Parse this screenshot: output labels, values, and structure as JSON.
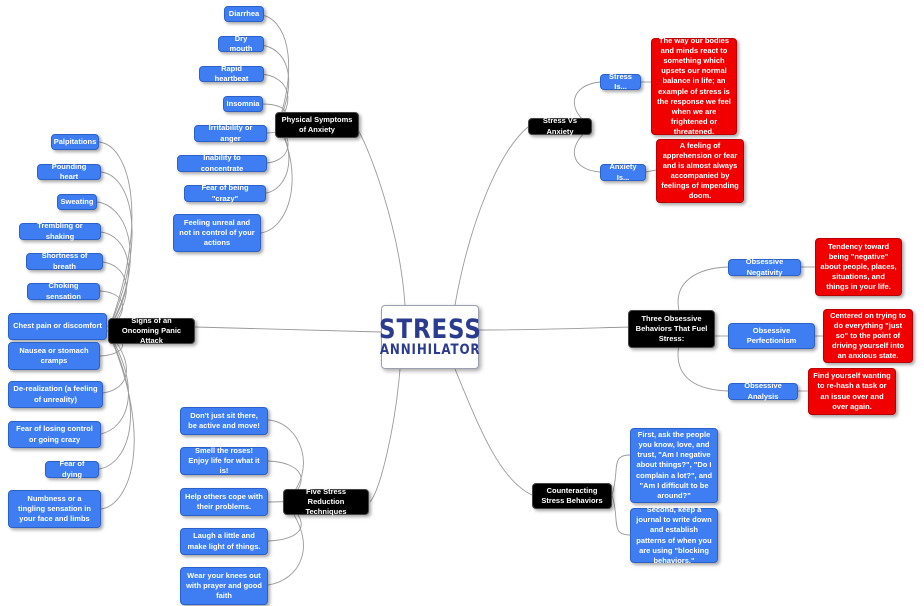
{
  "center": {
    "title_line1": "STRESS",
    "title_line2": "ANNIHILATOR"
  },
  "branches": {
    "physical": {
      "label": "Physical Symptoms of Anxiety",
      "items": [
        "Diarrhea",
        "Dry mouth",
        "Rapid heartbeat",
        "Insomnia",
        "Irritability or anger",
        "Inability to concentrate",
        "Fear of being \"crazy\"",
        "Feeling unreal and not in control of your actions"
      ]
    },
    "panic": {
      "label": "Signs of an Oncoming Panic Attack",
      "items": [
        "Palpitations",
        "Pounding heart",
        "Sweating",
        "Trembling or shaking",
        "Shortness of breath",
        "Choking sensation",
        "Chest pain or discomfort",
        "Nausea or stomach cramps",
        "De-realization (a feeling of unreality)",
        "Fear of losing control or going crazy",
        "Fear of dying",
        "Numbness or a tingling sensation in your face and limbs"
      ]
    },
    "reduction": {
      "label": "Five Stress Reduction Techniques",
      "items": [
        "Don't just sit there, be active and move!",
        "Smell the roses!  Enjoy life for what it is!",
        "Help others cope with their problems.",
        "Laugh a little and make light of things.",
        "Wear your knees out with prayer and good faith"
      ]
    },
    "stress_vs_anxiety": {
      "label": "Stress Vs Anxiety",
      "stress_label": "Stress Is...",
      "stress_def": "The way our bodies and minds react to something which upsets our normal balance in life; an example of stress is the response we feel when we are frightened or threatened.",
      "anxiety_label": "Anxiety Is...",
      "anxiety_def": "A feeling of apprehension or fear and is almost always accompanied by feelings of impending doom."
    },
    "obsessive": {
      "label": "Three Obsessive Behaviors That Fuel Stress:",
      "items": [
        {
          "label": "Obsessive Negativity",
          "desc": "Tendency toward being \"negative\" about people, places, situations, and things in your life."
        },
        {
          "label": "Obsessive Perfectionism",
          "desc": "Centered on trying to do everything \"just so\" to the point of driving yourself into an anxious state."
        },
        {
          "label": "Obsessive Analysis",
          "desc": "Find yourself wanting to re-hash a task or an issue over and over again."
        }
      ]
    },
    "counteracting": {
      "label": "Counteracting Stress Behaviors",
      "items": [
        "First, ask the people you know, love, and trust, \"Am I negative about things?\", \"Do I complain a lot?\", and \"Am I difficult to be around?\"",
        "Second, keep a journal to write down and establish patterns of when you are using \"blocking behaviors.\""
      ]
    }
  },
  "colors": {
    "subtopic": "#3f7ef2",
    "topic": "#000000",
    "definition": "#f00000",
    "center_text": "#2b3c8f",
    "connector": "#9a9a9a"
  }
}
